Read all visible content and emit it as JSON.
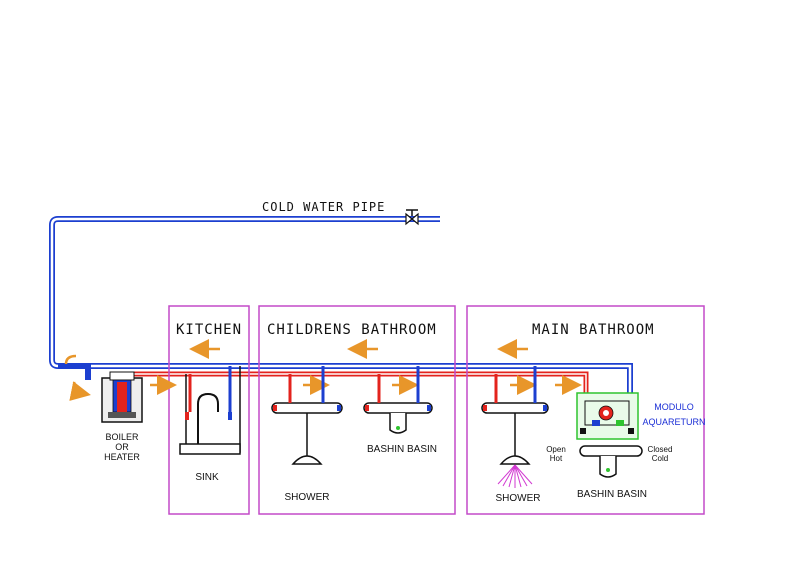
{
  "labels": {
    "cold_water_pipe": "COLD WATER PIPE",
    "kitchen": "KITCHEN",
    "childrens_bathroom": "CHILDRENS BATHROOM",
    "main_bathroom": "MAIN BATHROOM",
    "boiler_line1": "BOILER",
    "boiler_line2": "OR",
    "boiler_line3": "HEATER",
    "sink": "SINK",
    "shower_children": "SHOWER",
    "bashin_basin_children": "BASHIN BASIN",
    "shower_main": "SHOWER",
    "bashin_basin_main": "BASHIN BASIN",
    "modulo": "MODULO",
    "aquareturn": "AQUARETURN",
    "open_label": "Open",
    "hot_label": "Hot",
    "closed_label": "Closed",
    "cold_label": "Cold"
  },
  "colors": {
    "cold_pipe": "#1c3fd0",
    "hot_pipe": "#e3231d",
    "room_border": "#c34ac9",
    "flow_arrow": "#e8962a",
    "module_box": "#2fc42f",
    "module_text": "#1b2fd6",
    "shower_spray": "#d23ad2"
  }
}
